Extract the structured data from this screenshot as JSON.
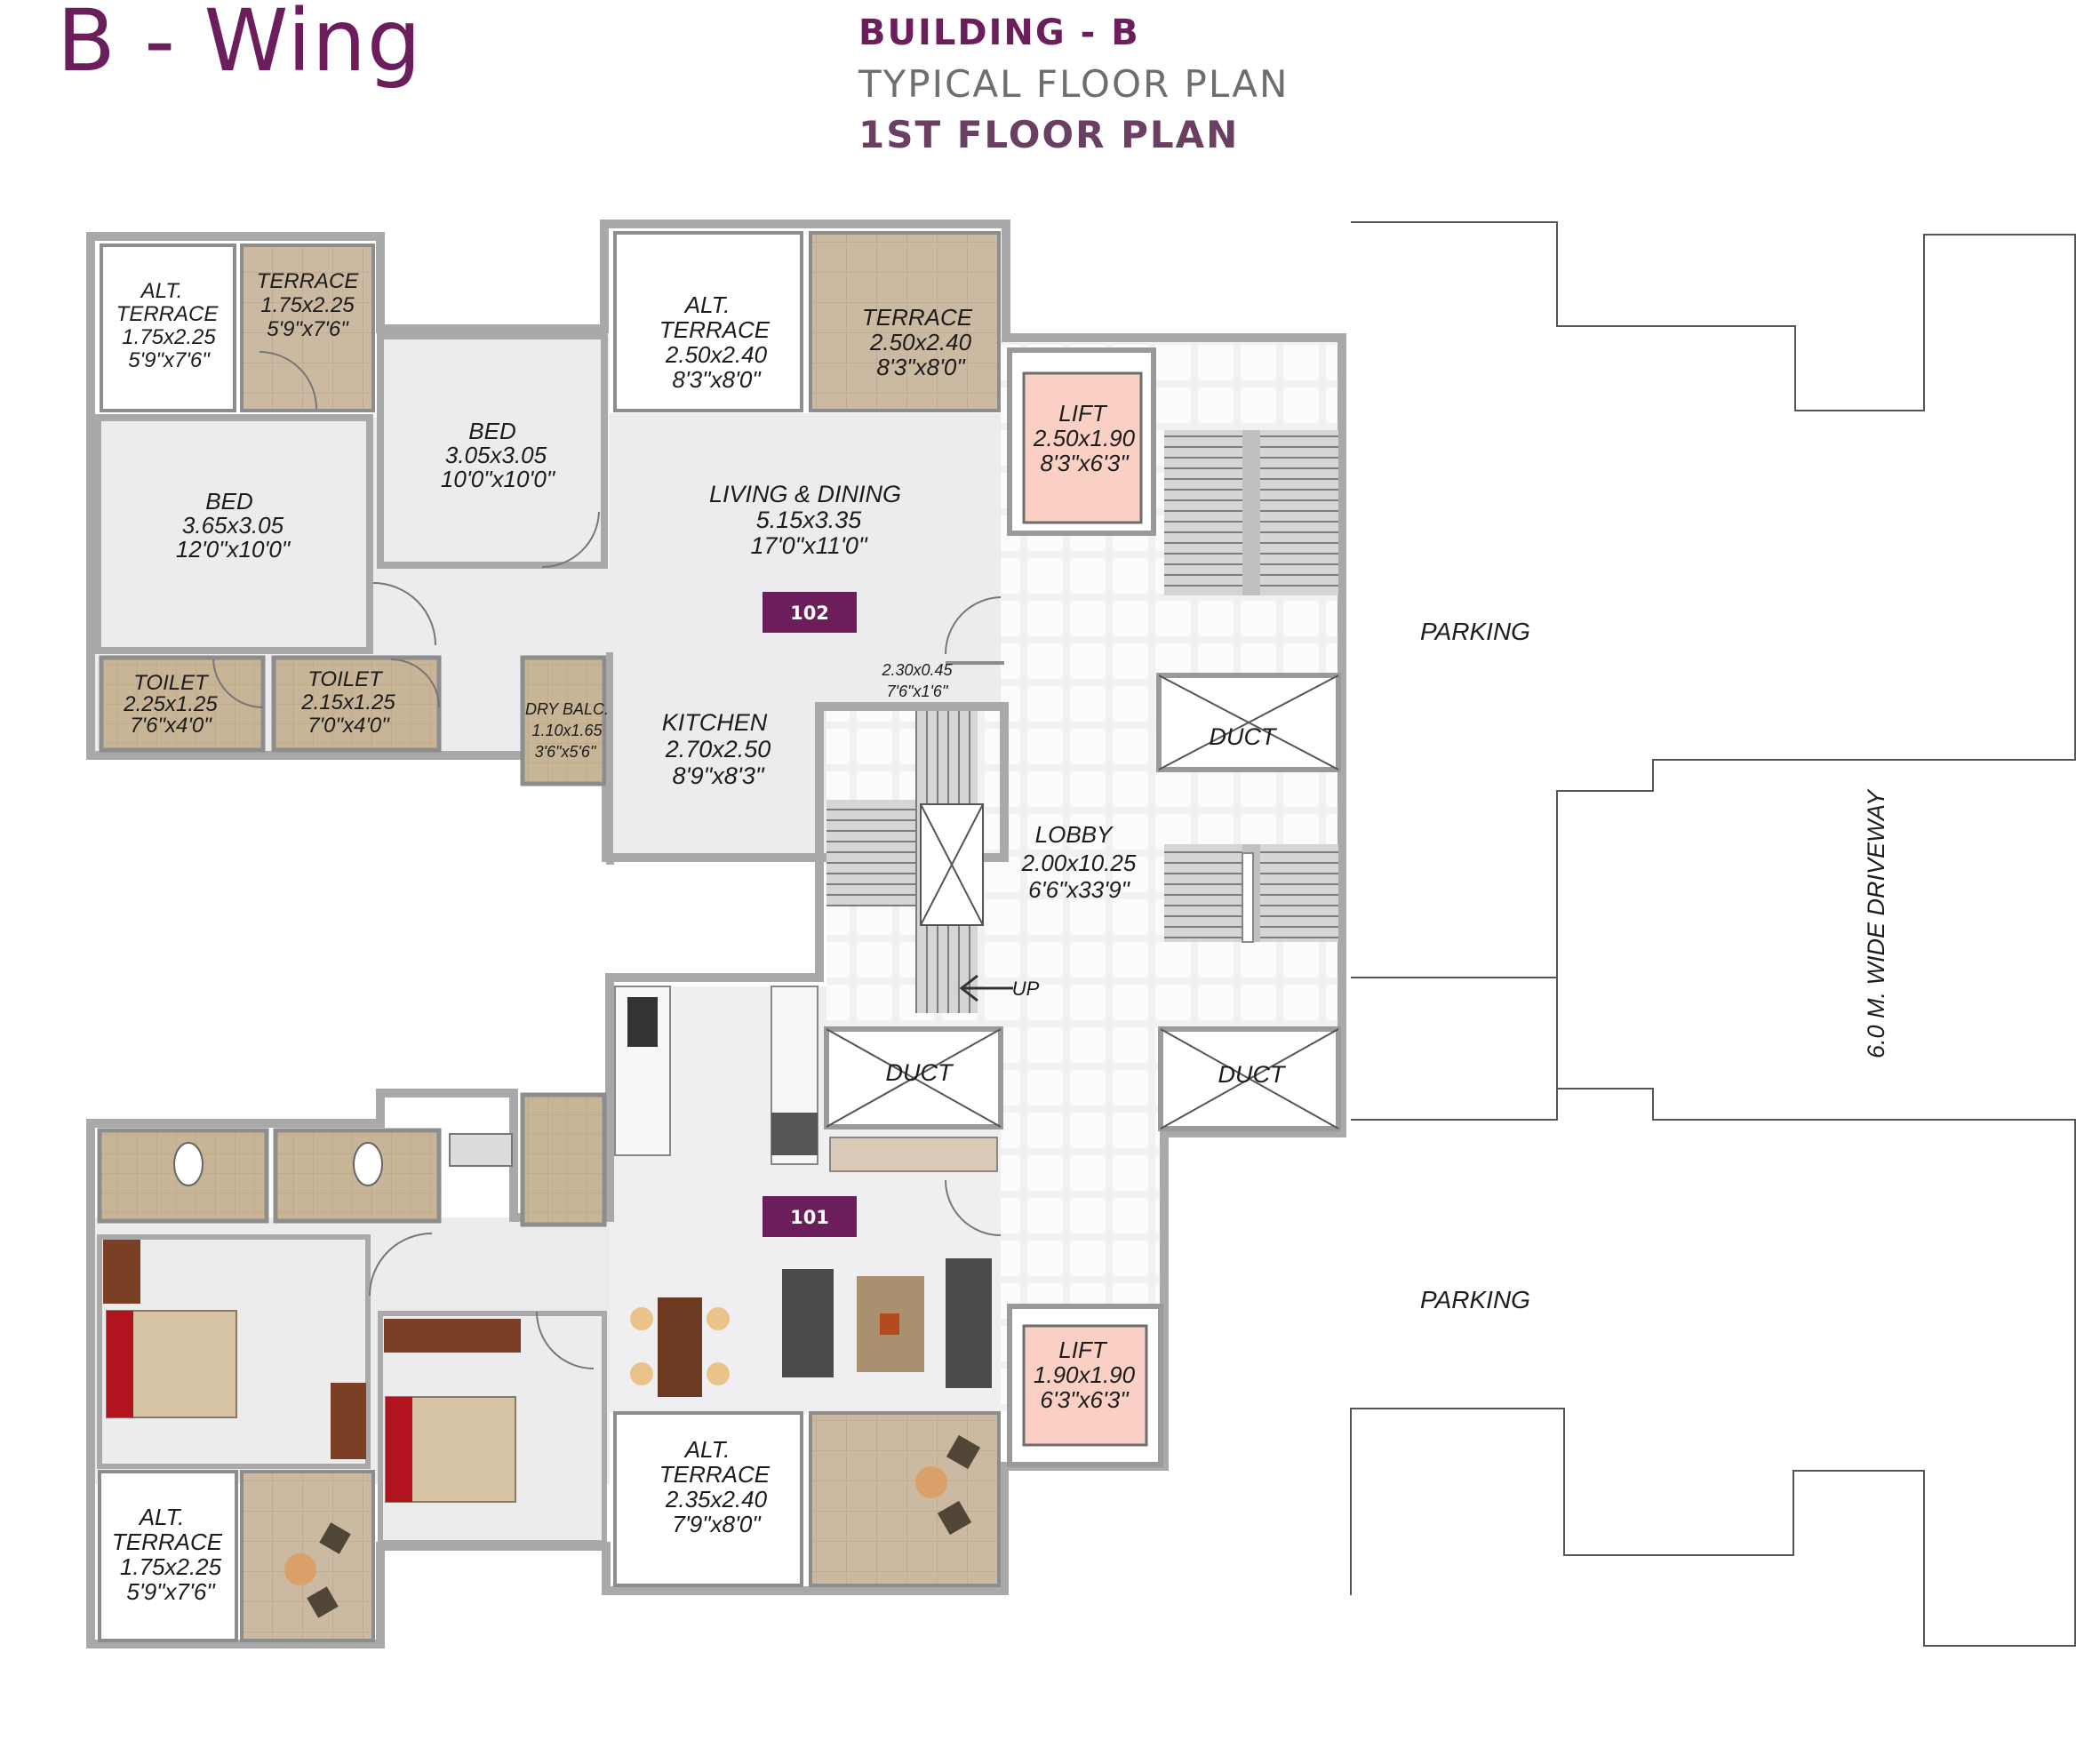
{
  "header": {
    "wing": "B - Wing",
    "building": "BUILDING - B",
    "typical": "TYPICAL FLOOR PLAN",
    "floor": "1ST FLOOR PLAN"
  },
  "colors": {
    "brand": "#6b1e5b",
    "wall": "#a9a9a9",
    "terrace_tile": "#cbb9a1",
    "toilet_tile": "#c8b597",
    "lift": "#f9d0c3",
    "floor": "#ececee"
  },
  "flats": [
    {
      "number": "102"
    },
    {
      "number": "101"
    }
  ],
  "rooms": {
    "alt_terrace_1": {
      "name": "ALT.",
      "name2": "TERRACE",
      "size": "1.75x2.25",
      "imperial": "5'9\"x7'6\""
    },
    "terrace_1": {
      "name": "TERRACE",
      "size": "1.75x2.25",
      "imperial": "5'9\"x7'6\""
    },
    "alt_terrace_2": {
      "name": "ALT.",
      "name2": "TERRACE",
      "size": "2.50x2.40",
      "imperial": "8'3\"x8'0\""
    },
    "terrace_2": {
      "name": "TERRACE",
      "size": "2.50x2.40",
      "imperial": "8'3\"x8'0\""
    },
    "bed_1": {
      "name": "BED",
      "size": "3.65x3.05",
      "imperial": "12'0\"x10'0\""
    },
    "bed_2": {
      "name": "BED",
      "size": "3.05x3.05",
      "imperial": "10'0\"x10'0\""
    },
    "living": {
      "name": "LIVING & DINING",
      "size": "5.15x3.35",
      "imperial": "17'0\"x11'0\""
    },
    "toilet_1": {
      "name": "TOILET",
      "size": "2.25x1.25",
      "imperial": "7'6\"x4'0\""
    },
    "toilet_2": {
      "name": "TOILET",
      "size": "2.15x1.25",
      "imperial": "7'0\"x4'0\""
    },
    "dry_balc": {
      "name": "DRY BALC.",
      "size": "1.10x1.65",
      "imperial": "3'6\"x5'6\""
    },
    "kitchen": {
      "name": "KITCHEN",
      "size": "2.70x2.50",
      "imperial": "8'9\"x8'3\""
    },
    "passage": {
      "size": "2.30x0.45",
      "imperial": "7'6\"x1'6\""
    },
    "lift_1": {
      "name": "LIFT",
      "size": "2.50x1.90",
      "imperial": "8'3\"x6'3\""
    },
    "lift_2": {
      "name": "LIFT",
      "size": "1.90x1.90",
      "imperial": "6'3\"x6'3\""
    },
    "duct": {
      "name": "DUCT"
    },
    "lobby": {
      "name": "LOBBY",
      "size": "2.00x10.25",
      "imperial": "6'6\"x33'9\""
    },
    "up": {
      "name": "UP"
    },
    "alt_terrace_3": {
      "name": "ALT.",
      "name2": "TERRACE",
      "size": "2.35x2.40",
      "imperial": "7'9\"x8'0\""
    },
    "alt_terrace_4": {
      "name": "ALT.",
      "name2": "TERRACE",
      "size": "1.75x2.25",
      "imperial": "5'9\"x7'6\""
    }
  },
  "site": {
    "parking": "PARKING",
    "driveway": "6.0 M. WIDE DRIVEWAY"
  }
}
